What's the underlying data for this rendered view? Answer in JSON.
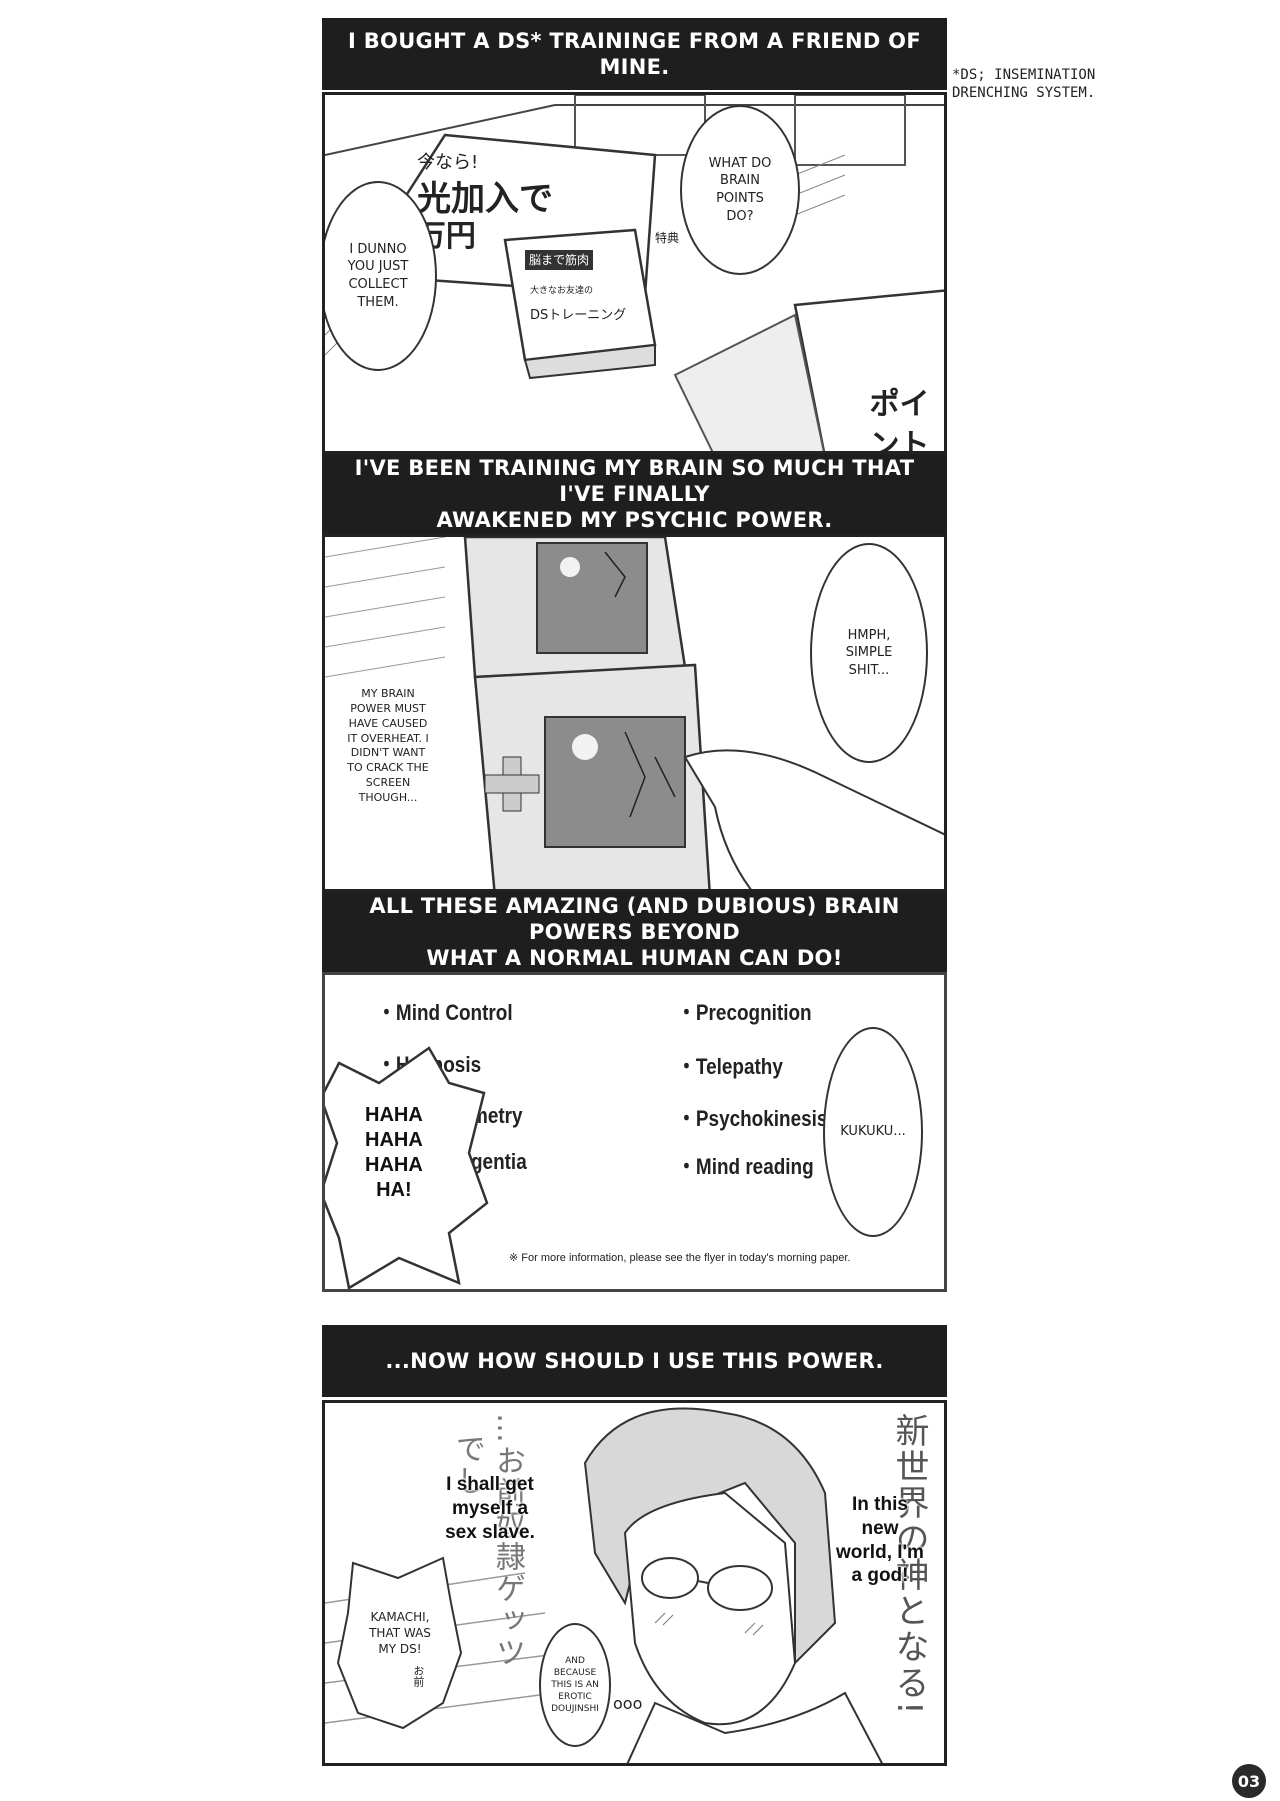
{
  "header_1": "I BOUGHT A DS* TRAININGE FROM A FRIEND OF MINE.",
  "footnote": [
    "*DS; INSEMINATION",
    "DRENCHING SYSTEM."
  ],
  "panel1": {
    "bubble_right": [
      "WHAT DO",
      "BRAIN",
      "POINTS",
      "DO?"
    ],
    "bubble_left": [
      "I DUNNO",
      "YOU JUST",
      "COLLECT",
      "THEM."
    ],
    "sign_jp_1": "今なら!",
    "sign_jp_2": "光加入で",
    "sign_jp_3": "0万円",
    "box_jp_1": "脳まで筋肉",
    "box_jp_2": "大きなお友達の",
    "box_jp_3": "DSトレーニング",
    "box_jp_tag": "特典",
    "sign_point": "ポイント"
  },
  "header_2": [
    "I'VE BEEN TRAINING MY BRAIN SO MUCH THAT I'VE FINALLY",
    "AWAKENED MY PSYCHIC POWER."
  ],
  "panel2": {
    "bubble": [
      "HMPH,",
      "SIMPLE",
      "SHIT..."
    ],
    "caption": [
      "MY BRAIN",
      "POWER MUST",
      "HAVE CAUSED",
      "IT OVERHEAT. I",
      "DIDN'T WANT",
      "TO CRACK THE",
      "SCREEN",
      "THOUGH..."
    ]
  },
  "header_3": [
    "ALL THESE AMAZING (AND DUBIOUS) BRAIN POWERS BEYOND",
    "WHAT A NORMAL HUMAN CAN DO!"
  ],
  "panel3": {
    "left_powers": [
      "Mind Control",
      "Hypnosis",
      "metry",
      "gentia"
    ],
    "right_powers": [
      "Precognition",
      "Telepathy",
      "Psychokinesis",
      "Mind reading"
    ],
    "bullet": "・",
    "burst": [
      "HAHA",
      "HAHA",
      "HAHA",
      "HA!"
    ],
    "bubble": "KUKUKU...",
    "footnote": "※ For more information, please see the flyer in today's morning paper."
  },
  "header_4": "...NOW HOW SHOULD I USE THIS POWER.",
  "panel4": {
    "jp_right": "新世界の神となる!",
    "en_right": [
      "In this",
      "new",
      "world, I'm",
      "a god!"
    ],
    "jp_middle": "…お前奴隷ゲッツ",
    "jp_middle_2": "でし",
    "en_middle": [
      "I shall get",
      "myself a",
      "sex slave."
    ],
    "bubble_left": [
      "KAMACHI,",
      "THAT WAS",
      "MY DS!"
    ],
    "jp_small": "お前",
    "bubble_small": [
      "AND",
      "BECAUSE",
      "THIS IS AN",
      "EROTIC",
      "DOUJINSHI"
    ],
    "dots": "ooo"
  },
  "page_number": "03"
}
